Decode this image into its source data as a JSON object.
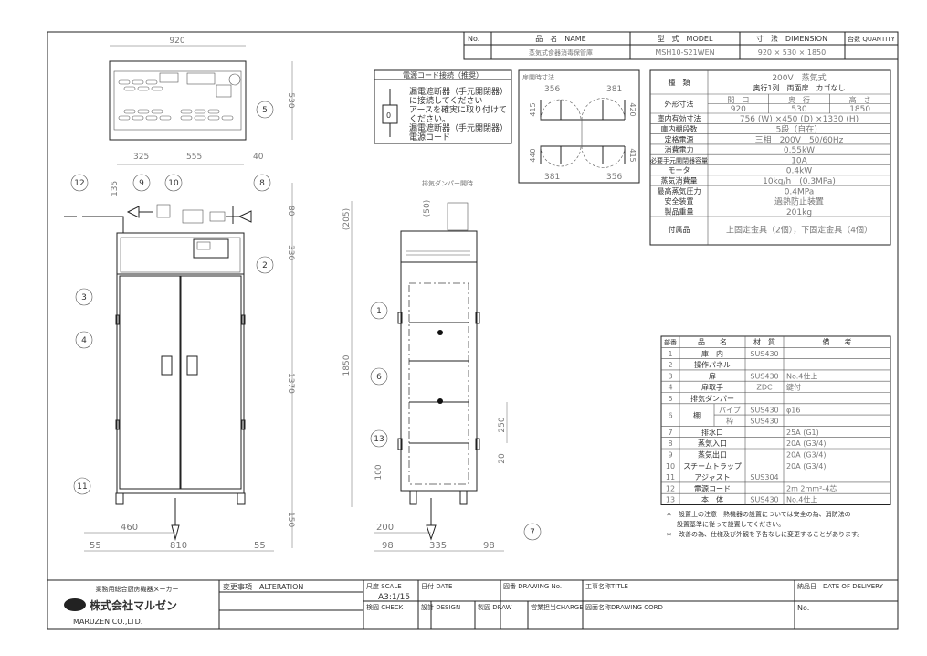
{
  "title_block": {
    "headers": {
      "no": "No.",
      "name": "品　名　NAME",
      "model": "型　式　MODEL",
      "dimension": "寸　法　DIMENSION",
      "quantity": "台数 QUANTITY"
    },
    "row": {
      "no": "",
      "name": "蒸気式食器消毒保管庫",
      "model": "MSH10-S21WEN",
      "dimension": "920 × 530 × 1850",
      "quantity": ""
    }
  },
  "power_box": {
    "title": "電源コード接続（推奨）",
    "lines": [
      "漏電遮断器（手元開閉器）",
      "に接続してください",
      "アースを確実に取り付けて",
      "ください。"
    ],
    "label_breaker": "漏電遮断器（手元開閉器）",
    "label_cord": "電源コード",
    "switch_symbol": "0"
  },
  "door_open": {
    "title": "扉開時寸法",
    "dims": [
      "356",
      "381",
      "415",
      "420",
      "440",
      "415",
      "381",
      "356"
    ]
  },
  "damper_label": "排気ダンパー開時",
  "dimensions": {
    "top_width": "920",
    "top_depth": "530",
    "d325": "325",
    "d555": "555",
    "d40": "40",
    "d135": "135",
    "d80": "80",
    "d330": "330",
    "d1370": "1370",
    "d150": "150",
    "d460": "460",
    "d55a": "55",
    "d810": "810",
    "d55b": "55",
    "d205": "(205)",
    "d50": "(50)",
    "d1850": "1850",
    "d250": "250",
    "d20": "20",
    "d100": "100",
    "d200": "200",
    "d98a": "98",
    "d335": "335",
    "d98b": "98"
  },
  "callouts": [
    "1",
    "2",
    "3",
    "4",
    "5",
    "6",
    "7",
    "8",
    "9",
    "10",
    "11",
    "12",
    "13"
  ],
  "spec_table": [
    {
      "label": "種　類",
      "value": "200V　蒸気式",
      "value2": "奥行1列　両面扉　カゴなし"
    },
    {
      "label": "外形寸法",
      "sub": [
        "間　口",
        "奥　行",
        "高　さ"
      ],
      "subvals": [
        "920",
        "530",
        "1850"
      ]
    },
    {
      "label": "庫内有効寸法",
      "value": "756 (W) ×450 (D) ×1330 (H)"
    },
    {
      "label": "庫内棚段数",
      "value": "5段（自在）"
    },
    {
      "label": "定格電源",
      "value": "三相　200V　50/60Hz"
    },
    {
      "label": "消費電力",
      "value": "0.55kW"
    },
    {
      "label": "必要手元開閉器容量",
      "value": "10A"
    },
    {
      "label": "モータ",
      "value": "0.4kW"
    },
    {
      "label": "蒸気消費量",
      "value": "10kg/h　(0.3MPa)"
    },
    {
      "label": "最高蒸気圧力",
      "value": "0.4MPa"
    },
    {
      "label": "安全装置",
      "value": "過熱防止装置"
    },
    {
      "label": "製品重量",
      "value": "201kg"
    },
    {
      "label": "付属品",
      "value": "上固定金具（2個），下固定金具（4個）"
    }
  ],
  "parts_table": {
    "headers": [
      "部番",
      "品　　名",
      "材　質",
      "備　　考"
    ],
    "rows": [
      {
        "no": "1",
        "name": "庫　内",
        "material": "SUS430",
        "note": ""
      },
      {
        "no": "2",
        "name": "操作パネル",
        "material": "",
        "note": ""
      },
      {
        "no": "3",
        "name": "扉",
        "material": "SUS430",
        "note": "No.4仕上"
      },
      {
        "no": "4",
        "name": "扉取手",
        "material": "ZDC",
        "note": "鍵付"
      },
      {
        "no": "5",
        "name": "排気ダンパー",
        "material": "",
        "note": ""
      },
      {
        "no": "6",
        "name": "棚",
        "sub": "パイプ",
        "material": "SUS430",
        "note": "φ16"
      },
      {
        "no": "",
        "name": "",
        "sub": "枠",
        "material": "SUS430",
        "note": ""
      },
      {
        "no": "7",
        "name": "排水口",
        "material": "",
        "note": "25A (G1)"
      },
      {
        "no": "8",
        "name": "蒸気入口",
        "material": "",
        "note": "20A (G3/4)"
      },
      {
        "no": "9",
        "name": "蒸気出口",
        "material": "",
        "note": "20A (G3/4)"
      },
      {
        "no": "10",
        "name": "スチームトラップ",
        "material": "",
        "note": "20A (G3/4)"
      },
      {
        "no": "11",
        "name": "アジャスト",
        "material": "SUS304",
        "note": ""
      },
      {
        "no": "12",
        "name": "電源コード",
        "material": "",
        "note": "2m 2mm²-4芯"
      },
      {
        "no": "13",
        "name": "本　体",
        "material": "SUS430",
        "note": "No.4仕上"
      }
    ],
    "notes": [
      "＊　設置上の注意　熱機器の設置については安全の為、消防法の",
      "設置基準に従って設置してください。",
      "＊　改善の為、仕様及び外観を予告なしに変更することがあります。"
    ]
  },
  "footer": {
    "maker_tagline": "業務用総合厨房機器メーカー",
    "company_jp": "株式会社マルゼン",
    "company_en": "MARUZEN CO.,LTD.",
    "alteration": "変更事項　ALTERATION",
    "scale_label": "尺度 SCALE",
    "scale_value": "A3:1/15",
    "date": "日付 DATE",
    "drawing_no": "図番 DRAWING No.",
    "title": "工事名称TITLE",
    "delivery": "納品日　DATE OF DELIVERY",
    "check": "検図 CHECK",
    "design": "設計 DESIGN",
    "draw": "製図 DRAW",
    "charge": "営業担当CHARGE",
    "drawing_cord": "図面名称DRAWING CORD",
    "no": "No."
  }
}
